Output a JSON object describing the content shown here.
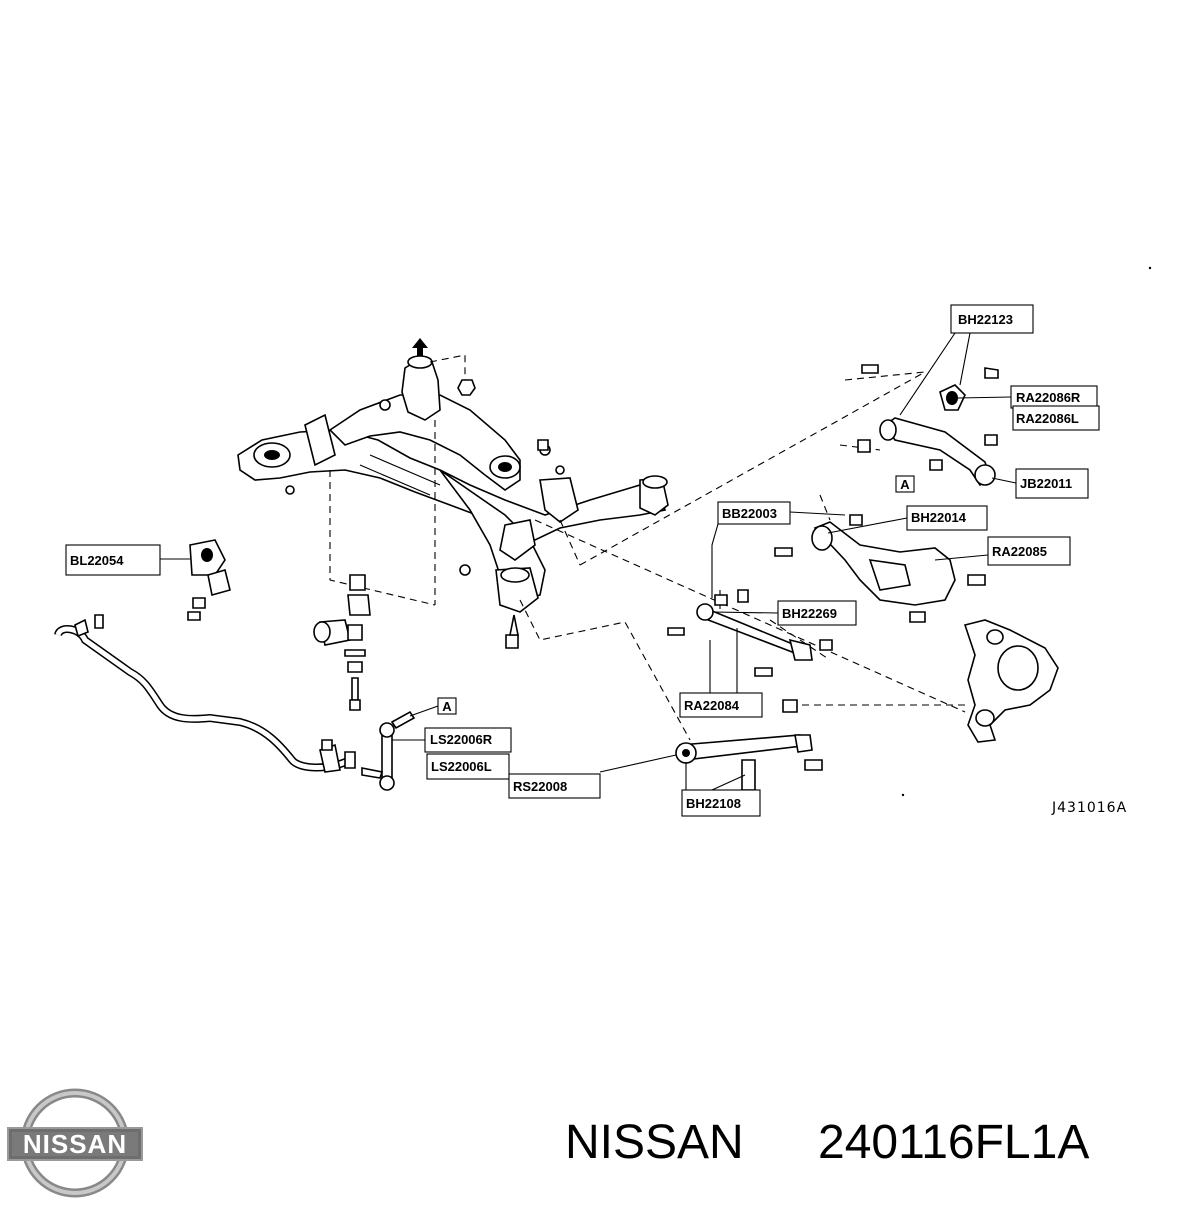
{
  "diagram": {
    "callouts": {
      "bh22123": "BH22123",
      "ra22086r": "RA22086R",
      "ra22086l": "RA22086L",
      "jb22011": "JB22011",
      "bb22003": "BB22003",
      "bh22014": "BH22014",
      "ra22085": "RA22085",
      "bh22269": "BH22269",
      "ra22084": "RA22084",
      "bl22054": "BL22054",
      "ls22006r": "LS22006R",
      "ls22006l": "LS22006L",
      "rs22008": "RS22008",
      "bh22108": "BH22108"
    },
    "ref_marker": "A",
    "drawing_code": "J431016A"
  },
  "footer": {
    "brand": "NISSAN",
    "part_number": "240116FL1A",
    "logo_text": "NISSAN"
  }
}
